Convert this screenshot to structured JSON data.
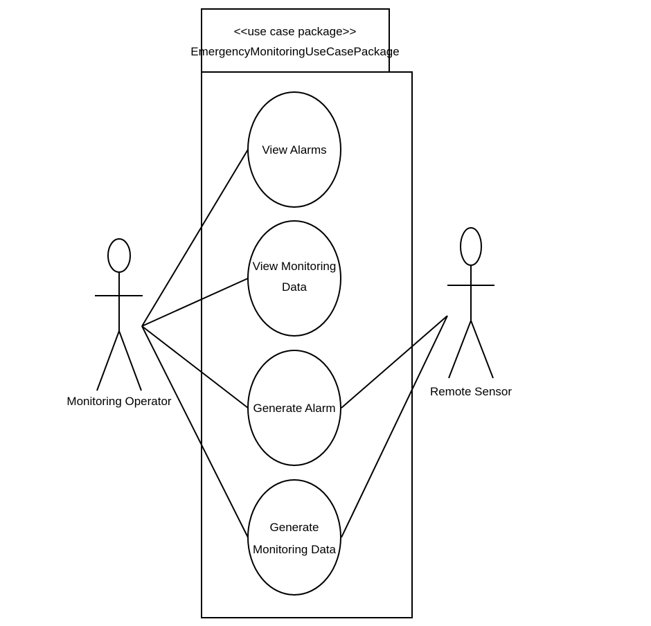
{
  "package": {
    "stereotype": "<<use case package>>",
    "name": "EmergencyMonitoringUseCasePackage"
  },
  "actors": {
    "left": {
      "name": "Monitoring Operator"
    },
    "right": {
      "name": "Remote Sensor"
    }
  },
  "use_cases": {
    "view_alarms": {
      "line1": "View Alarms"
    },
    "view_monitoring_data": {
      "line1": "View Monitoring",
      "line2": "Data"
    },
    "generate_alarm": {
      "line1": "Generate Alarm"
    },
    "generate_monitoring_data": {
      "line1": "Generate",
      "line2": "Monitoring Data"
    }
  },
  "associations": [
    {
      "actor": "Monitoring Operator",
      "use_case": "View Alarms"
    },
    {
      "actor": "Monitoring Operator",
      "use_case": "View Monitoring Data"
    },
    {
      "actor": "Monitoring Operator",
      "use_case": "Generate Alarm"
    },
    {
      "actor": "Monitoring Operator",
      "use_case": "Generate Monitoring Data"
    },
    {
      "actor": "Remote Sensor",
      "use_case": "Generate Alarm"
    },
    {
      "actor": "Remote Sensor",
      "use_case": "Generate Monitoring Data"
    }
  ],
  "colors": {
    "stroke": "#000000",
    "background": "#ffffff"
  }
}
